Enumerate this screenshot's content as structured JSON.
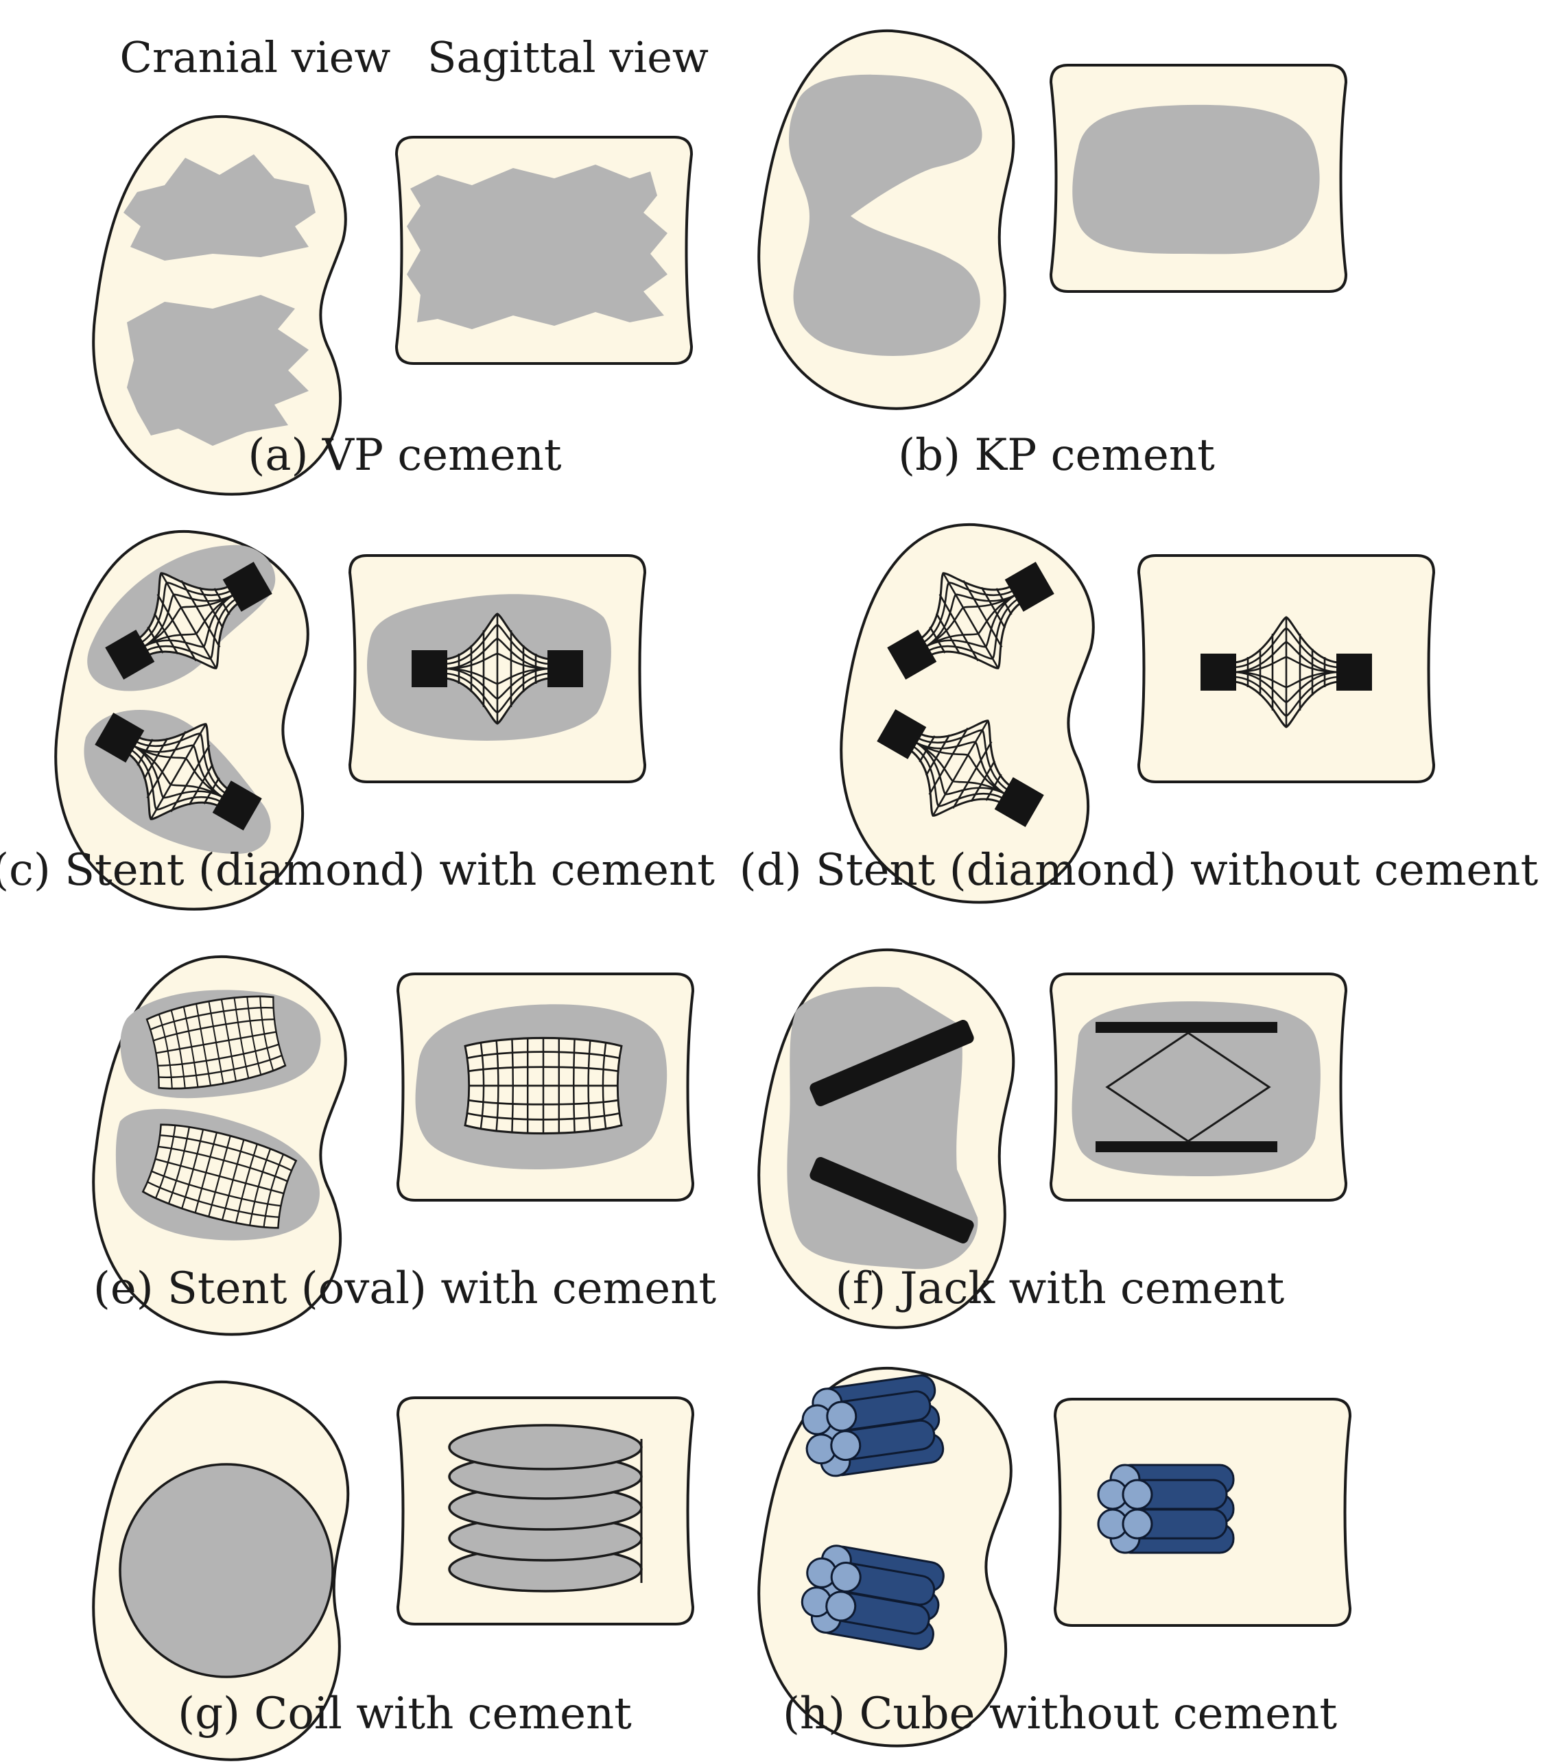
{
  "headers": {
    "cranial": "Cranial view",
    "sagittal": "Sagittal view"
  },
  "panels": [
    {
      "id": "a",
      "caption": "(a) VP cement"
    },
    {
      "id": "b",
      "caption": "(b) KP cement"
    },
    {
      "id": "c",
      "caption": "(c) Stent (diamond) with cement"
    },
    {
      "id": "d",
      "caption": "(d) Stent (diamond) without cement"
    },
    {
      "id": "e",
      "caption": "(e) Stent (oval) with cement"
    },
    {
      "id": "f",
      "caption": "(f) Jack with cement"
    },
    {
      "id": "g",
      "caption": "(g) Coil with cement"
    },
    {
      "id": "h",
      "caption": "(h) Cube without cement"
    }
  ],
  "colors": {
    "bone": "#fdf7e4",
    "cement": "#b4b4b4",
    "implant": "#141414",
    "cube_body": "#2a4a7e",
    "cube_end": "#8aa6cc"
  }
}
